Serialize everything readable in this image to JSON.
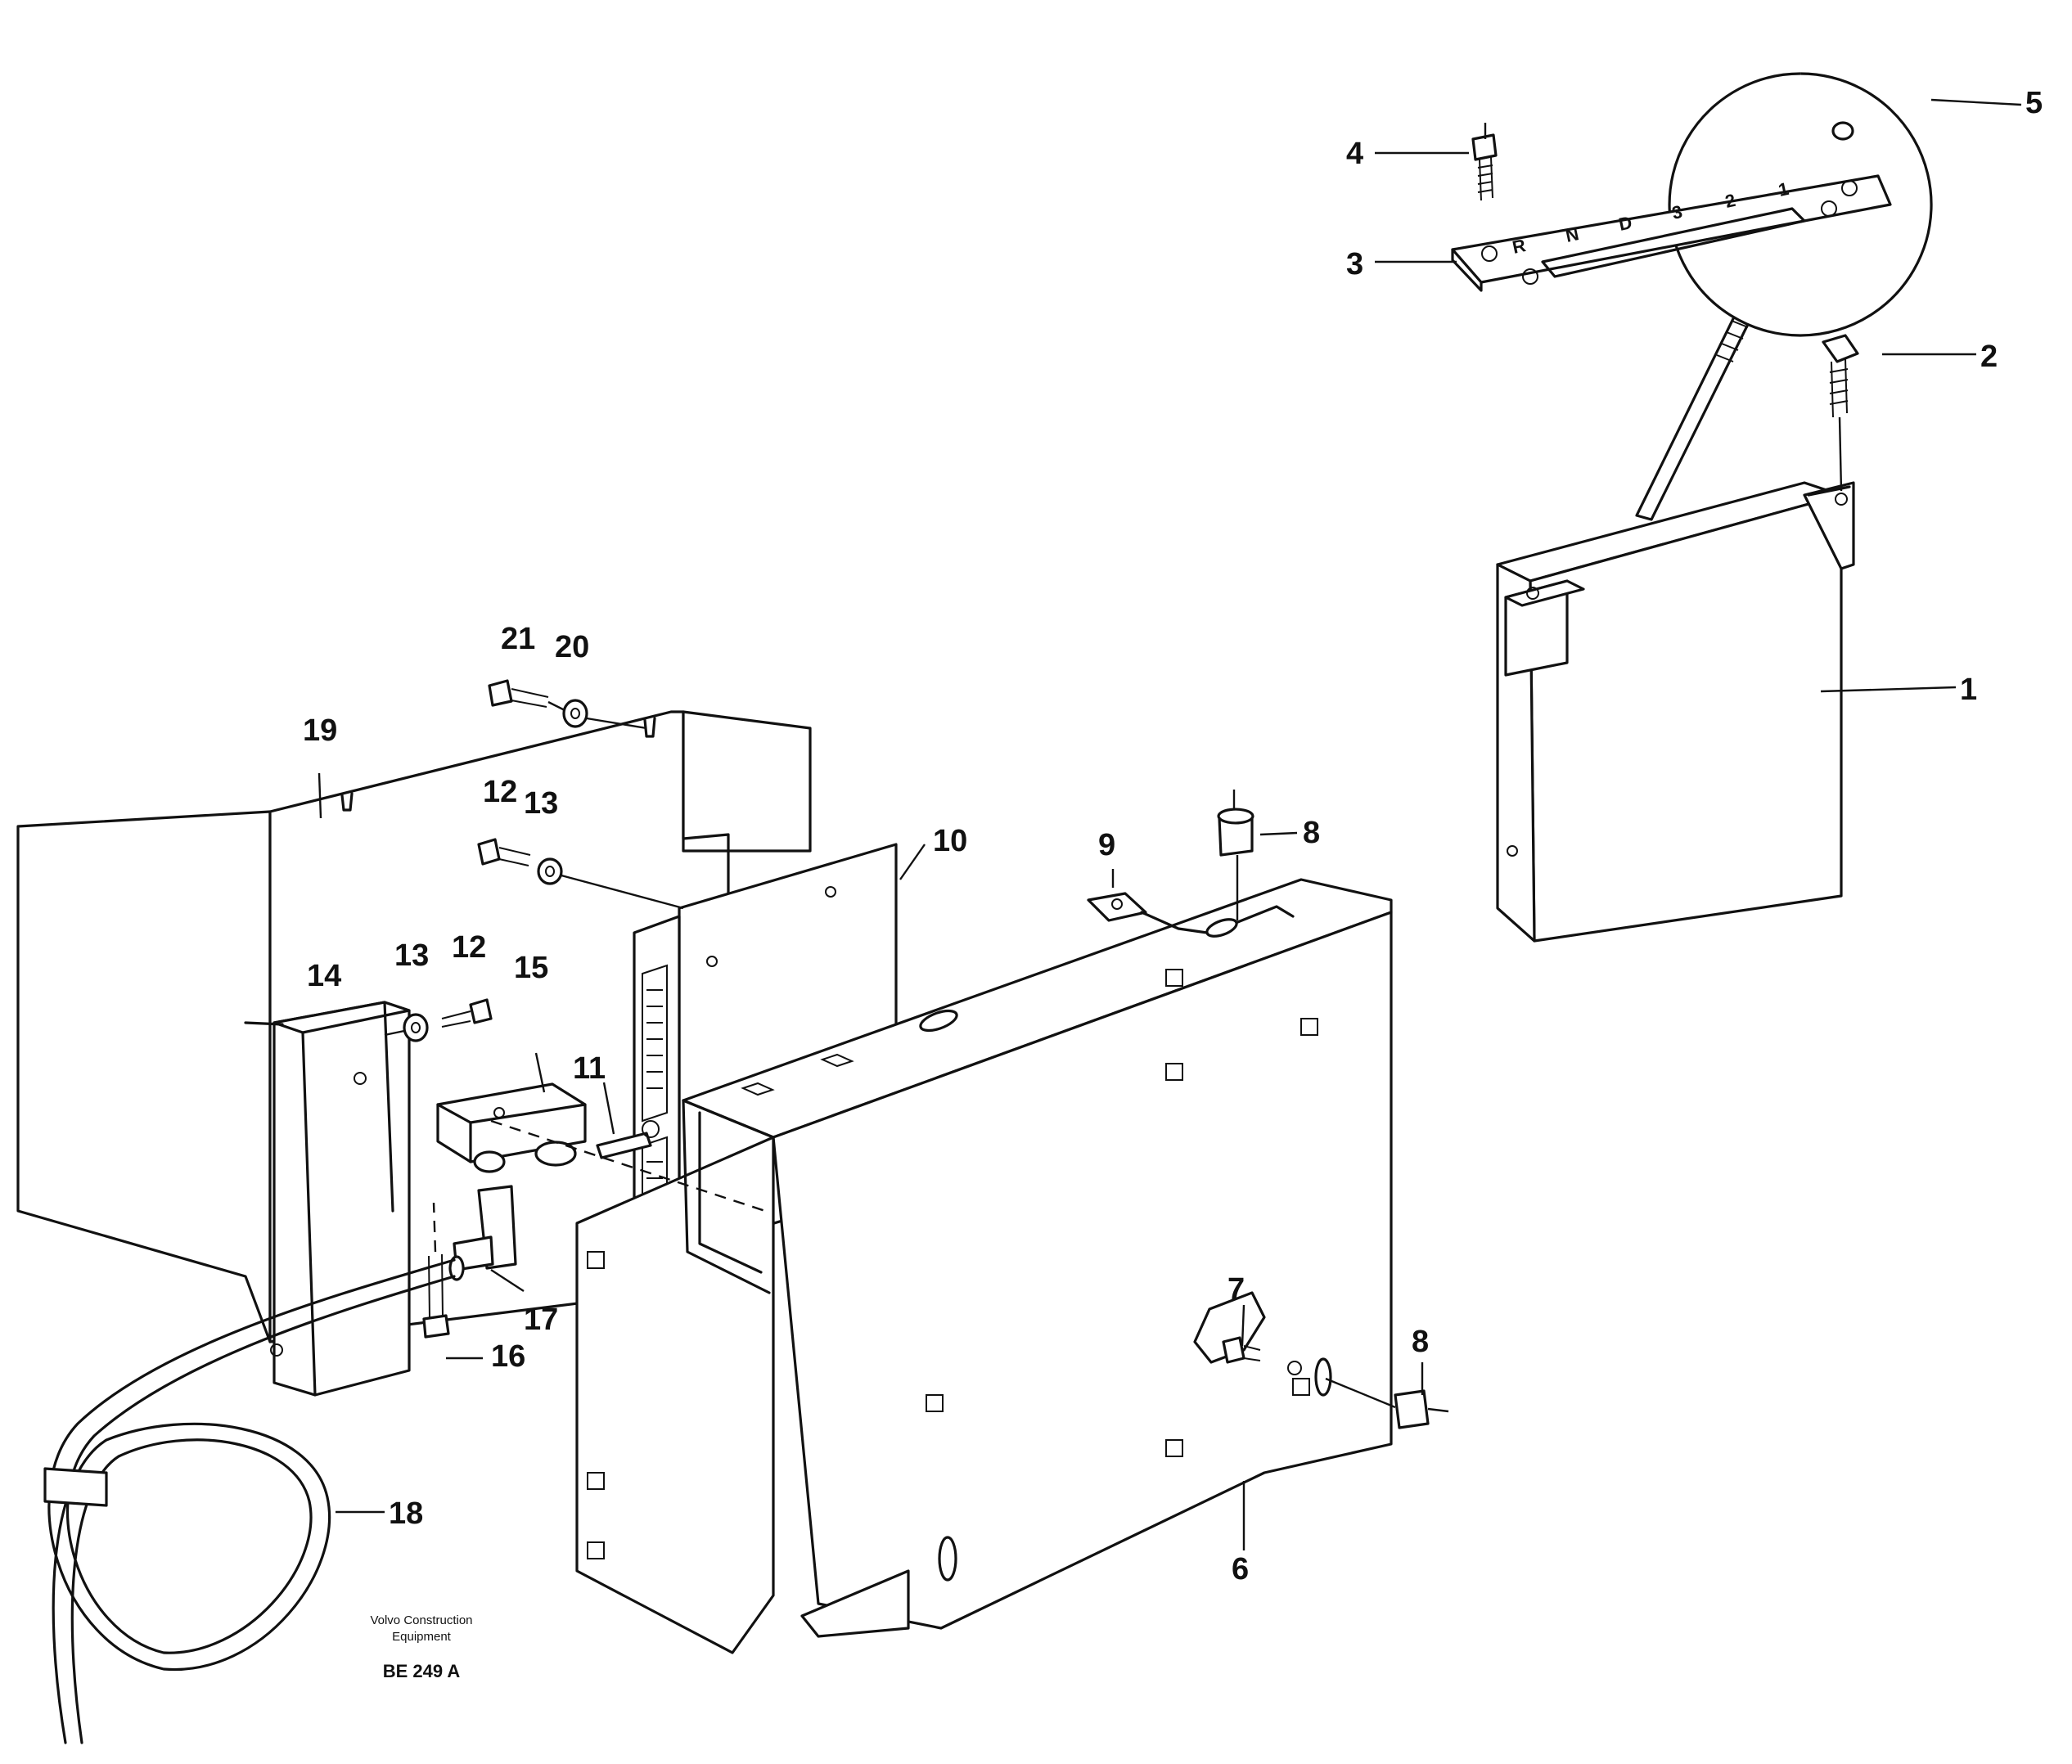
{
  "callouts": {
    "c1": "1",
    "c2": "2",
    "c3": "3",
    "c4": "4",
    "c5": "5",
    "c6": "6",
    "c7": "7",
    "c8a": "8",
    "c8b": "8",
    "c9": "9",
    "c10": "10",
    "c11": "11",
    "c12a": "12",
    "c12b": "12",
    "c13a": "13",
    "c13b": "13",
    "c14": "14",
    "c15": "15",
    "c16": "16",
    "c17": "17",
    "c18": "18",
    "c19": "19",
    "c20": "20",
    "c21": "21"
  },
  "caption": {
    "line1": "Volvo Construction",
    "line2": "Equipment",
    "code": "BE 249 A"
  },
  "gate_plate": {
    "markings": [
      "R",
      "N",
      "D",
      "3",
      "2",
      "1"
    ]
  },
  "colors": {
    "ink": "#111111",
    "paper": "#ffffff"
  }
}
